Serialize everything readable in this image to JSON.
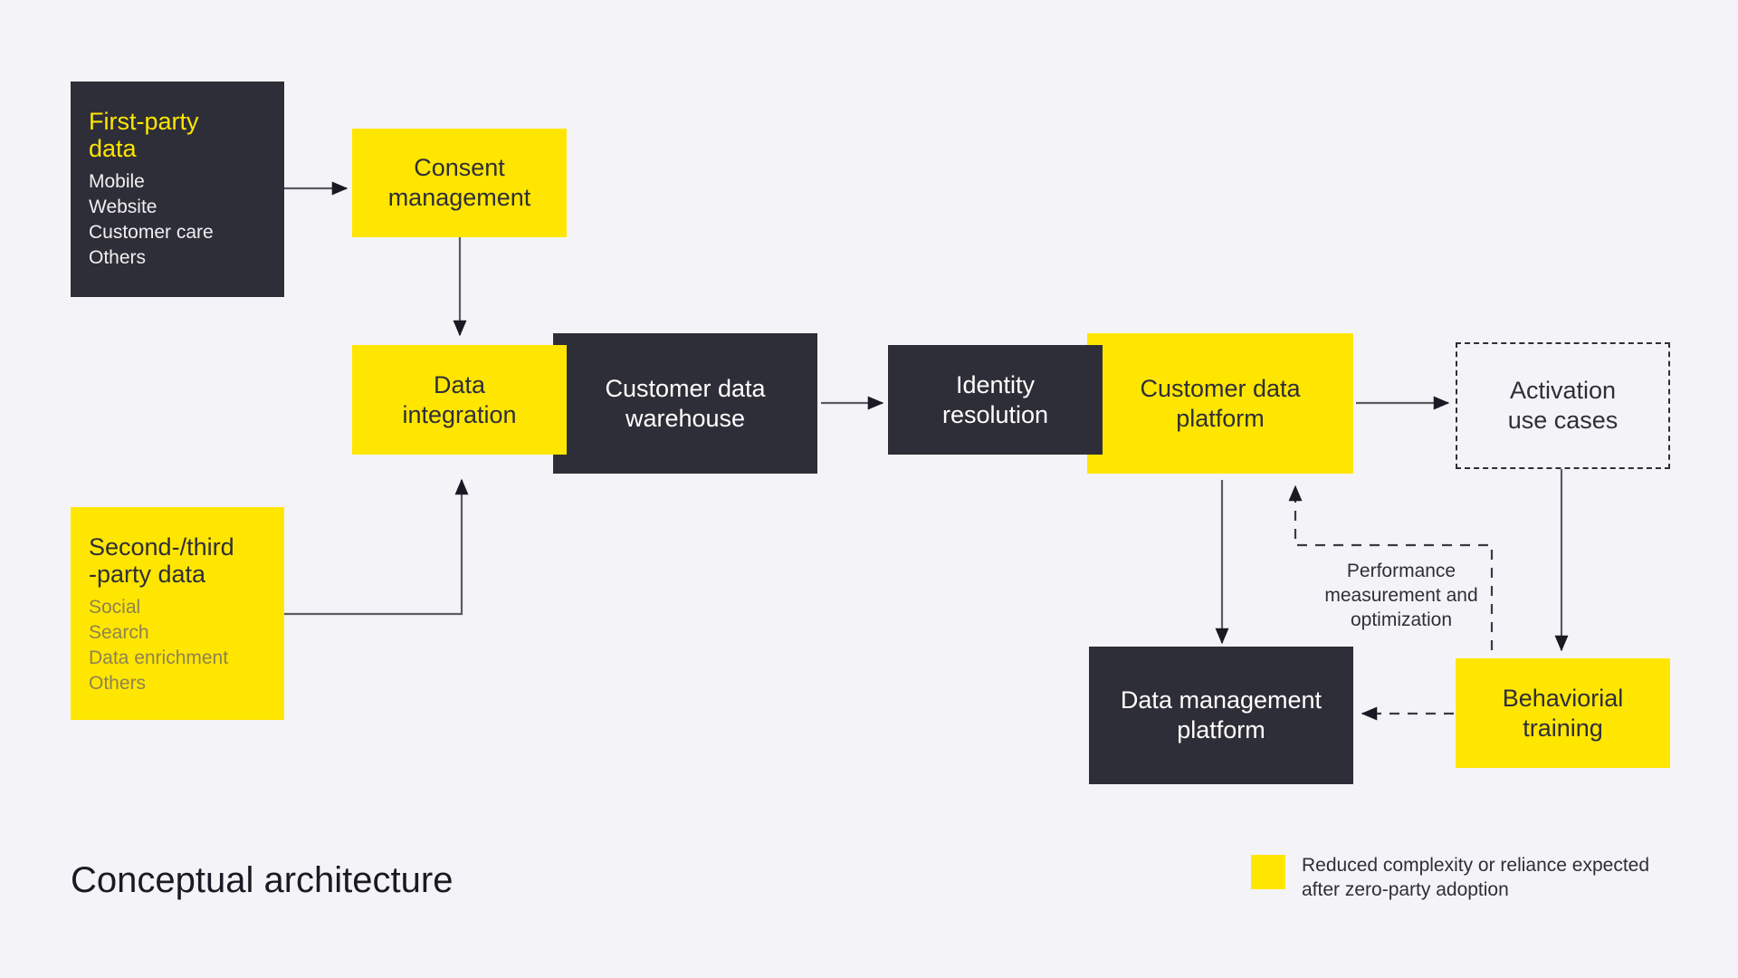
{
  "meta": {
    "title": "Conceptual architecture",
    "background_color": "#f4f4f8",
    "accent_color": "#ffe600",
    "dark_color": "#2e2e38"
  },
  "sources": {
    "first_party": {
      "title_line1": "First-party",
      "title_line2": "data",
      "items": [
        "Mobile",
        "Website",
        "Customer care",
        "Others"
      ]
    },
    "second_third_party": {
      "title_line1": "Second-/third",
      "title_line2": "-party data",
      "items": [
        "Social",
        "Search",
        "Data enrichment",
        "Others"
      ]
    }
  },
  "nodes": {
    "consent_management": {
      "line1": "Consent",
      "line2": "management",
      "style": "yellow"
    },
    "data_integration": {
      "line1": "Data",
      "line2": "integration",
      "style": "yellow"
    },
    "customer_data_warehouse": {
      "line1": "Customer data",
      "line2": "warehouse",
      "style": "dark"
    },
    "identity_resolution": {
      "line1": "Identity",
      "line2": "resolution",
      "style": "dark"
    },
    "customer_data_platform": {
      "line1": "Customer data",
      "line2": "platform",
      "style": "yellow"
    },
    "activation_use_cases": {
      "line1": "Activation",
      "line2": "use cases",
      "style": "dashed"
    },
    "data_management_platform": {
      "line1": "Data management",
      "line2": "platform",
      "style": "dark"
    },
    "behaviorial_training": {
      "line1": "Behaviorial",
      "line2": "training",
      "style": "yellow"
    }
  },
  "annotations": {
    "performance_loop": {
      "line1": "Performance",
      "line2": "measurement and",
      "line3": "optimization"
    }
  },
  "legend": {
    "swatch_color": "#ffe600",
    "line1": "Reduced complexity or reliance expected",
    "line2": "after zero-party adoption"
  }
}
